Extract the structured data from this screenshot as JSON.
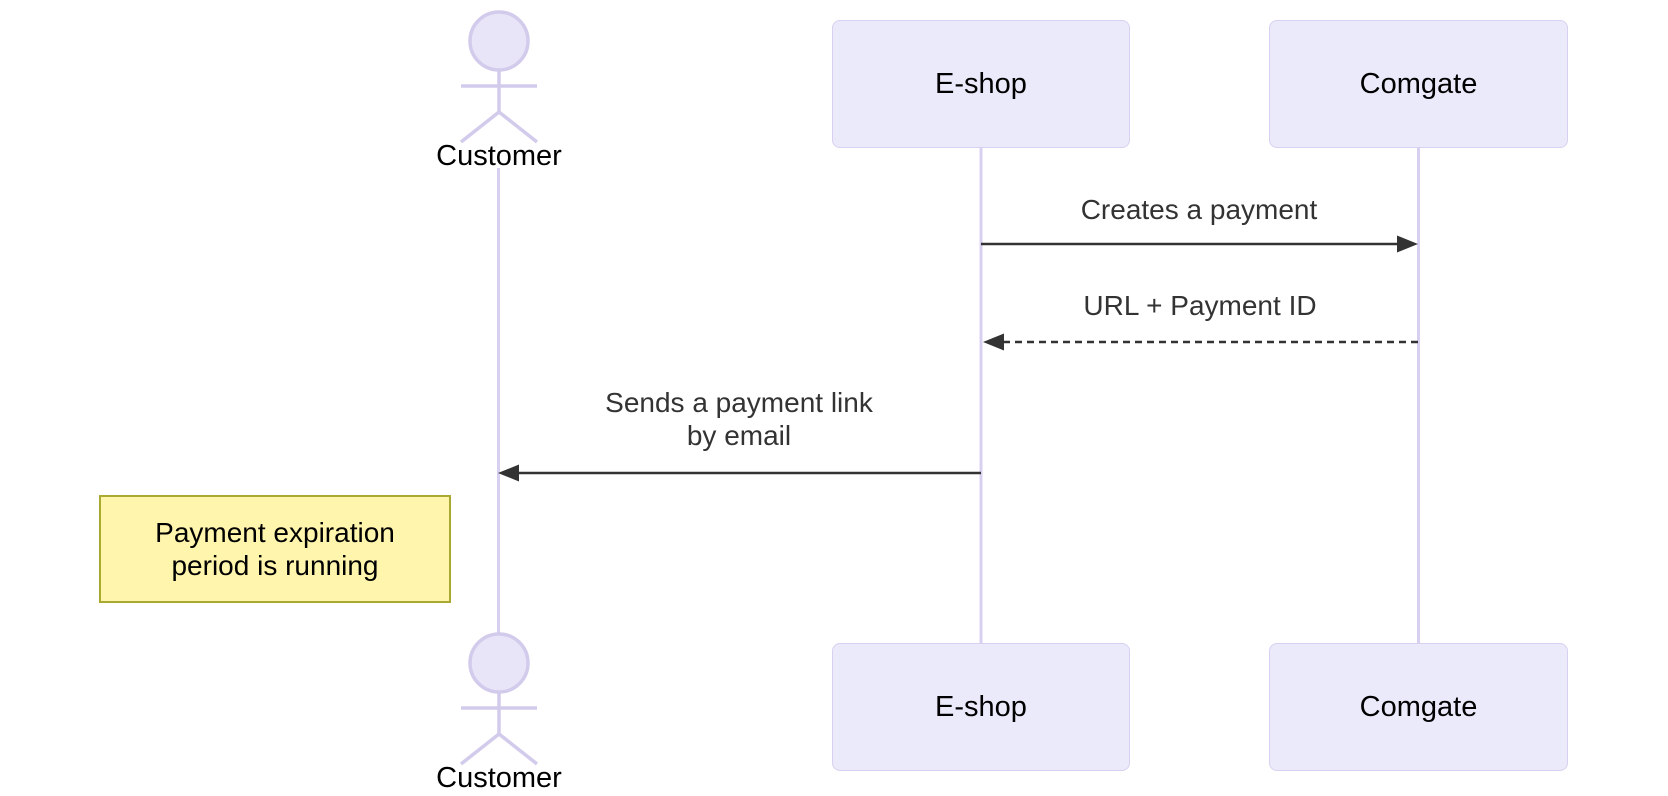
{
  "diagram": {
    "type": "sequence-diagram",
    "actors": {
      "customer": {
        "label": "Customer",
        "kind": "actor"
      },
      "eshop": {
        "label": "E-shop",
        "kind": "participant"
      },
      "comgate": {
        "label": "Comgate",
        "kind": "participant"
      }
    },
    "messages": {
      "m1": {
        "from": "E-shop",
        "to": "Comgate",
        "label": "Creates a payment",
        "line": "solid",
        "direction": "right"
      },
      "m2": {
        "from": "Comgate",
        "to": "E-shop",
        "label": "URL + Payment ID",
        "line": "dashed",
        "direction": "left"
      },
      "m3": {
        "from": "E-shop",
        "to": "Customer",
        "label": "Sends a payment link\nby email",
        "line": "solid",
        "direction": "left"
      }
    },
    "note": {
      "label": "Payment expiration\nperiod is running",
      "placement": "left of Customer"
    },
    "colors": {
      "background": "#FFFFFF",
      "participant_fill": "#EAEAFB",
      "participant_border": "#D8D0F0",
      "lifeline": "#D8D0F0",
      "actor_stroke": "#D3CBEC",
      "actor_head_fill": "#E7E5F7",
      "message_line": "#333333",
      "message_text": "#333333",
      "label_text": "#000000",
      "note_fill": "#FFF5AD",
      "note_border": "#AAAA33",
      "note_text": "#000000"
    }
  }
}
